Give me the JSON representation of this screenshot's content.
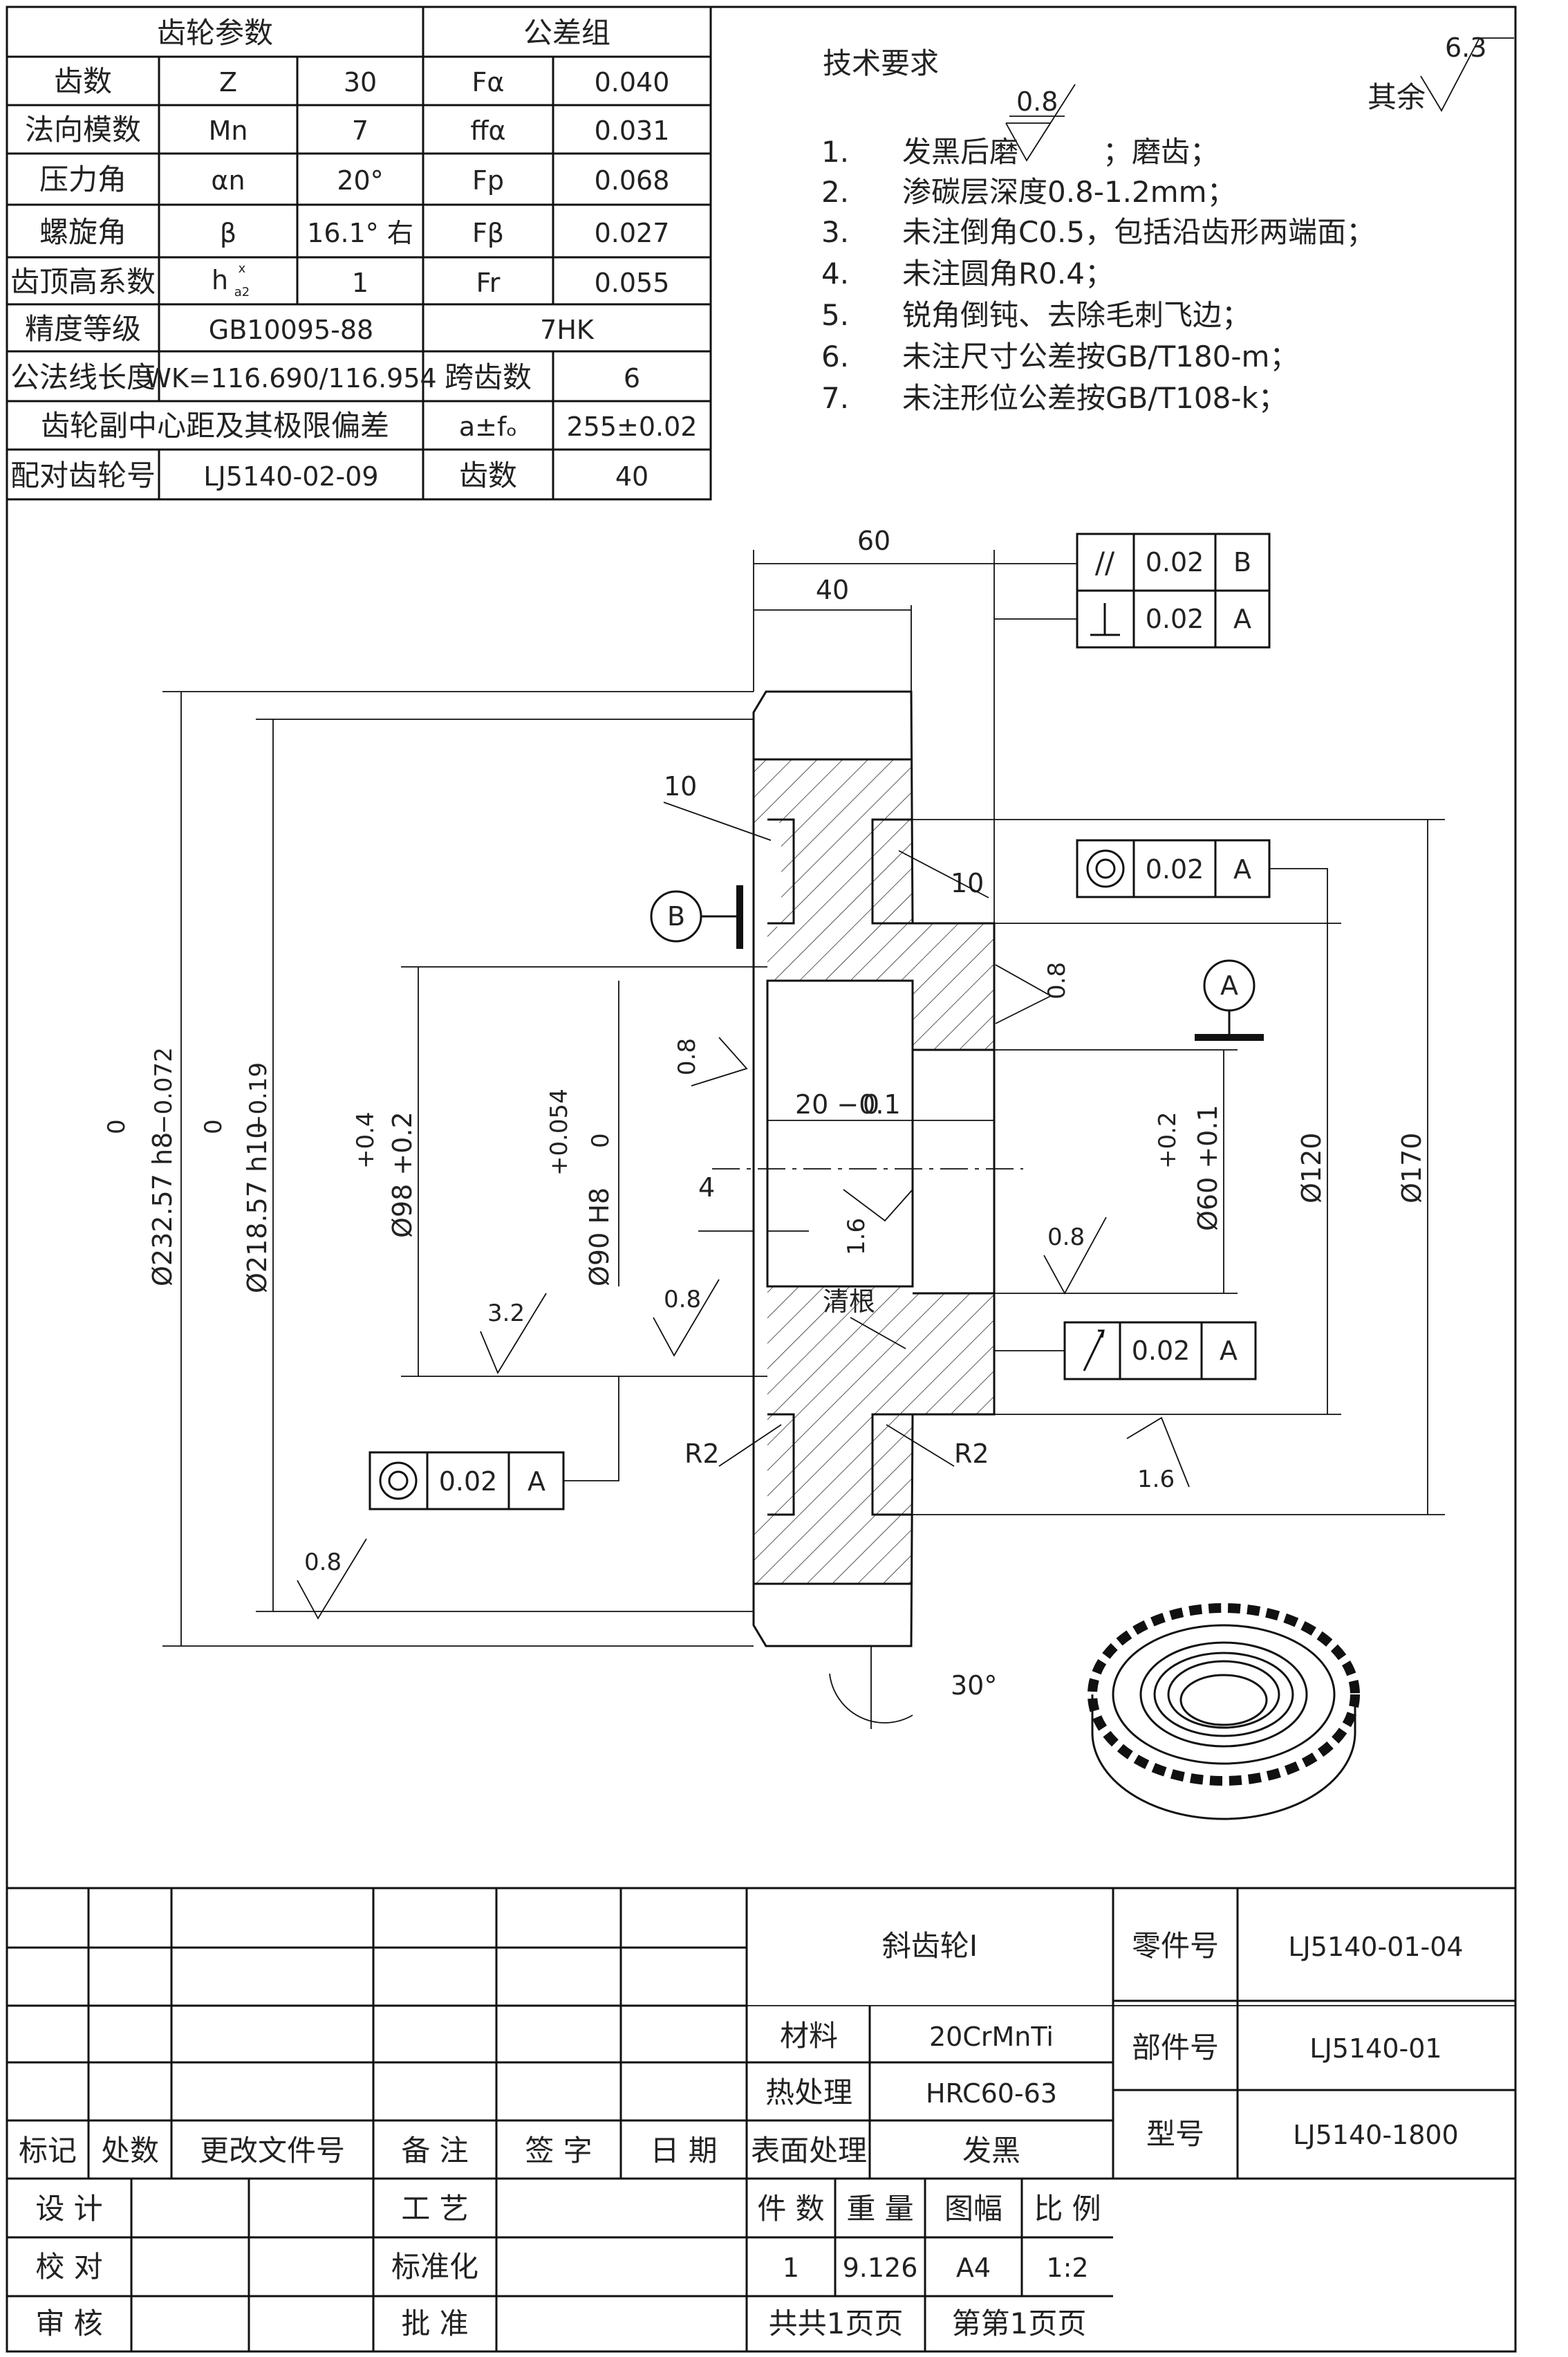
{
  "gear_params": {
    "header": "齿轮参数",
    "rows": [
      {
        "label": "齿数",
        "symbol": "Z",
        "value": "30"
      },
      {
        "label": "法向模数",
        "symbol": "Mn",
        "value": "7"
      },
      {
        "label": "压力角",
        "symbol": "αn",
        "value": "20°"
      },
      {
        "label": "螺旋角",
        "symbol": "β",
        "value": "16.1° 右"
      },
      {
        "label": "齿顶高系数",
        "symbol": "h",
        "symbol_sup": "x",
        "symbol_sub": "a2",
        "value": "1"
      }
    ],
    "accuracy_label": "精度等级",
    "accuracy_value": "GB10095-88",
    "accuracy_grade": "7HK",
    "wk_label": "公法线长度",
    "wk_value": "WK=116.690/116.954",
    "span_label": "跨齿数",
    "span_value": "6",
    "center_label": "齿轮副中心距及其极限偏差",
    "center_symbol": "a±fₒ",
    "center_value": "255±0.02",
    "mate_label": "配对齿轮号",
    "mate_value": "LJ5140-02-09",
    "mate_teeth_label": "齿数",
    "mate_teeth_value": "40"
  },
  "tolerance_group": {
    "header": "公差组",
    "rows": [
      {
        "symbol": "Fα",
        "value": "0.040"
      },
      {
        "symbol": "ffα",
        "value": "0.031"
      },
      {
        "symbol": "Fp",
        "value": "0.068"
      },
      {
        "symbol": "Fβ",
        "value": "0.027"
      },
      {
        "symbol": "Fr",
        "value": "0.055"
      }
    ]
  },
  "tech_req": {
    "title": "技术要求",
    "roughness_other_label": "其余",
    "roughness_other_value": "6.3",
    "item1_roughness": "0.8",
    "items": [
      {
        "num": "1.",
        "text": "发黑后磨",
        "suffix": "；磨齿；"
      },
      {
        "num": "2.",
        "text": "渗碳层深度0.8-1.2mm；"
      },
      {
        "num": "3.",
        "text": "未注倒角C0.5，包括沿齿形两端面；"
      },
      {
        "num": "4.",
        "text": "未注圆角R0.4；"
      },
      {
        "num": "5.",
        "text": "锐角倒钝、去除毛刺飞边；"
      },
      {
        "num": "6.",
        "text": "未注尺寸公差按GB/T180-m；"
      },
      {
        "num": "7.",
        "text": "未注形位公差按GB/T108-k；"
      }
    ]
  },
  "dims": {
    "d60": "60",
    "d40": "40",
    "d10a": "10",
    "d10b": "10",
    "d4": "4",
    "d20": "20 −0.1",
    "d20_upper": "0",
    "r2a": "R2",
    "r2b": "R2",
    "angle30": "30°",
    "qinggen": "清根",
    "phi232": "Ø232.57 h8",
    "phi232_tol_up": "0",
    "phi232_tol_lo": "−0.072",
    "phi218": "Ø218.57 h10",
    "phi218_tol_up": "0",
    "phi218_tol_lo": "−0.19",
    "phi98": "Ø98 +0.2",
    "phi98_up": "+0.4",
    "phi90": "Ø90 H8",
    "phi90_up": "+0.054",
    "phi90_lo": "0",
    "phi60": "Ø60 +0.1",
    "phi60_up": "+0.2",
    "phi120": "Ø120",
    "phi170": "Ø170",
    "rough_08": "0.8",
    "rough_16": "1.6",
    "rough_32": "3.2"
  },
  "gdt": {
    "parallel": {
      "value": "0.02",
      "datum": "B"
    },
    "perpendicular": {
      "value": "0.02",
      "datum": "A"
    },
    "concentric_right": {
      "value": "0.02",
      "datum": "A"
    },
    "runout": {
      "value": "0.02",
      "datum": "A"
    },
    "concentric_left": {
      "value": "0.02",
      "datum": "A"
    },
    "datum_a": "A",
    "datum_b": "B"
  },
  "title_block": {
    "part_name": "斜齿轮Ⅰ",
    "part_no_label": "零件号",
    "part_no": "LJ5140-01-04",
    "assy_label": "部件号",
    "assy_no": "LJ5140-01",
    "model_label": "型号",
    "model_no": "LJ5140-1800",
    "material_label": "材料",
    "material": "20CrMnTi",
    "heat_label": "热处理",
    "heat": "HRC60-63",
    "surface_label": "表面处理",
    "surface": "发黑",
    "rev_headers": [
      "标记",
      "处数",
      "更改文件号",
      "备 注",
      "签 字",
      "日 期"
    ],
    "sign_labels": [
      "设 计",
      "校 对",
      "审 核"
    ],
    "sign_labels2": [
      "工 艺",
      "标准化",
      "批 准"
    ],
    "qty_headers": [
      "件 数",
      "重 量",
      "图幅",
      "比 例"
    ],
    "qty_values": [
      "1",
      "9.126",
      "A4",
      "1:2"
    ],
    "sheets_total": "共共1页页",
    "sheet_no": "第第1页页"
  }
}
